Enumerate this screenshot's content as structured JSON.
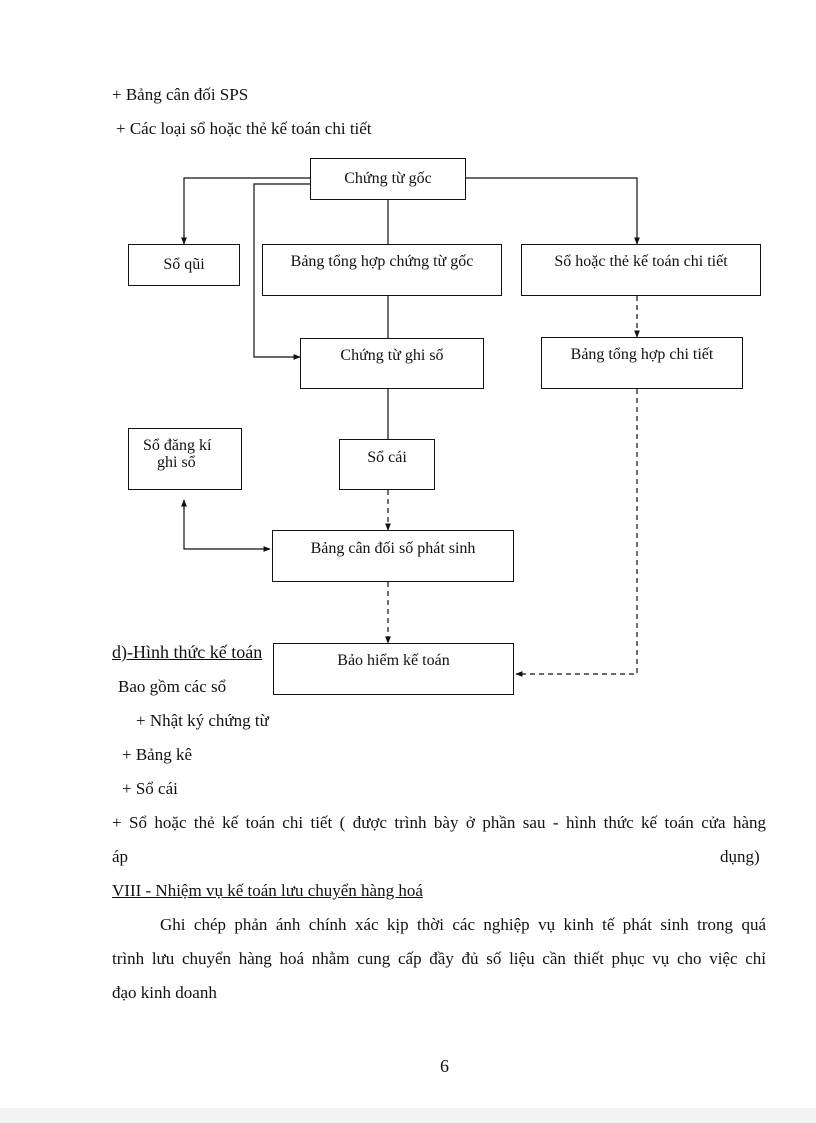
{
  "list_top": [
    "+ Bảng cân đối SPS",
    "+ Các loại sổ hoặc thẻ kế toán chi tiết"
  ],
  "diagram": {
    "chung_tu_goc": "Chứng từ gốc",
    "so_quy": "Sổ qũi",
    "bang_tong_hop_chung_tu_goc": "Bảng tổng hợp chứng từ gốc",
    "so_the_chi_tiet": "Sổ hoặc thẻ kế toán chi tiết",
    "chung_tu_ghi_so": "Chứng từ ghi sổ",
    "bang_tong_hop_chi_tiet": "Bảng tổng hợp chi tiết",
    "so_dang_ki_line1": "Sổ đăng kí",
    "so_dang_ki_line2": "ghi sổ",
    "so_cai": "Sổ cái",
    "bang_can_doi": "Bảng cân đối số phát sinh",
    "bao_hiem": "Bảo hiểm kế toán"
  },
  "section_d_heading": "d)-Hình thức kế toán",
  "bao_gom": "Bao gồm các sổ",
  "list_bottom": [
    "+ Nhật ký chứng từ",
    "+ Bảng kê",
    "+ Sổ cái"
  ],
  "long_line_1": "+ Sổ hoặc thẻ kế toán chi tiết ( được trình bày ở phần sau - hình thức kế toán cửa hàng",
  "long_line_2_left": "áp",
  "long_line_2_right": "dụng)",
  "section_viii_heading": "VIII - Nhiệm vụ kế toán lưu chuyển hàng hoá",
  "paragraph_lines": [
    "Ghi chép phản ánh chính xác kịp thời các nghiệp vụ kinh tế phát sinh trong quá",
    "trình lưu chuyển hàng hoá nhằm cung cấp đầy đủ số liệu cần thiết phục vụ cho việc chỉ",
    "đạo kinh doanh"
  ],
  "page_number": "6"
}
